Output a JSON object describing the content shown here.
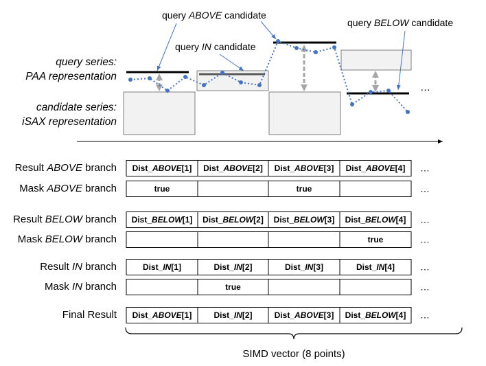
{
  "annotations": {
    "above": {
      "prefix": "query ",
      "em": "ABOVE",
      "suffix": " candidate"
    },
    "in": {
      "prefix": "query ",
      "em": "IN",
      "suffix": " candidate"
    },
    "below": {
      "prefix": "query ",
      "em": "BELOW",
      "suffix": " candidate"
    }
  },
  "side_labels": {
    "query_line1": "query series:",
    "query_line2": "PAA representation",
    "cand_line1": "candidate series:",
    "cand_line2": "iSAX representation"
  },
  "ellipsis": "…",
  "rows": [
    {
      "label": {
        "pre": "Result ",
        "em": "ABOVE",
        "post": " branch"
      },
      "cells": [
        {
          "pre": "Dist_",
          "em": "ABOVE",
          "post": "[1]"
        },
        {
          "pre": "Dist_",
          "em": "ABOVE",
          "post": "[2]"
        },
        {
          "pre": "Dist_",
          "em": "ABOVE",
          "post": "[3]"
        },
        {
          "pre": "Dist_",
          "em": "ABOVE",
          "post": "[4]"
        }
      ]
    },
    {
      "label": {
        "pre": "Mask ",
        "em": "ABOVE",
        "post": " branch"
      },
      "cells": [
        {
          "pre": "true",
          "em": "",
          "post": ""
        },
        {
          "pre": "",
          "em": "",
          "post": ""
        },
        {
          "pre": "true",
          "em": "",
          "post": ""
        },
        {
          "pre": "",
          "em": "",
          "post": ""
        }
      ]
    },
    {
      "label": {
        "pre": "Result ",
        "em": "BELOW",
        "post": " branch"
      },
      "cells": [
        {
          "pre": "Dist_",
          "em": "BELOW",
          "post": "[1]"
        },
        {
          "pre": "Dist_",
          "em": "BELOW",
          "post": "[2]"
        },
        {
          "pre": "Dist_",
          "em": "BELOW",
          "post": "[3]"
        },
        {
          "pre": "Dist_",
          "em": "BELOW",
          "post": "[4]"
        }
      ]
    },
    {
      "label": {
        "pre": "Mask ",
        "em": "BELOW",
        "post": " branch"
      },
      "cells": [
        {
          "pre": "",
          "em": "",
          "post": ""
        },
        {
          "pre": "",
          "em": "",
          "post": ""
        },
        {
          "pre": "",
          "em": "",
          "post": ""
        },
        {
          "pre": "true",
          "em": "",
          "post": ""
        }
      ]
    },
    {
      "label": {
        "pre": "Result ",
        "em": "IN",
        "post": " branch"
      },
      "cells": [
        {
          "pre": "Dist_",
          "em": "IN",
          "post": "[1]"
        },
        {
          "pre": "Dist_",
          "em": "IN",
          "post": "[2]"
        },
        {
          "pre": "Dist_",
          "em": "IN",
          "post": "[3]"
        },
        {
          "pre": "Dist_",
          "em": "IN",
          "post": "[4]"
        }
      ]
    },
    {
      "label": {
        "pre": "Mask ",
        "em": "IN",
        "post": " branch"
      },
      "cells": [
        {
          "pre": "",
          "em": "",
          "post": ""
        },
        {
          "pre": "true",
          "em": "",
          "post": ""
        },
        {
          "pre": "",
          "em": "",
          "post": ""
        },
        {
          "pre": "",
          "em": "",
          "post": ""
        }
      ]
    },
    {
      "label": {
        "pre": "Final Result",
        "em": "",
        "post": ""
      },
      "cells": [
        {
          "pre": "Dist_",
          "em": "ABOVE",
          "post": "[1]"
        },
        {
          "pre": "Dist_",
          "em": "IN",
          "post": "[2]"
        },
        {
          "pre": "Dist_",
          "em": "ABOVE",
          "post": "[3]"
        },
        {
          "pre": "Dist_",
          "em": "BELOW",
          "post": "[4]"
        }
      ]
    }
  ],
  "brace_label": "SIMD vector (8 points)",
  "colors": {
    "accent": "#4472c4",
    "box_fill": "#f2f2f2",
    "box_stroke": "#7f7f7f",
    "arrow_gray": "#a6a6a6"
  }
}
